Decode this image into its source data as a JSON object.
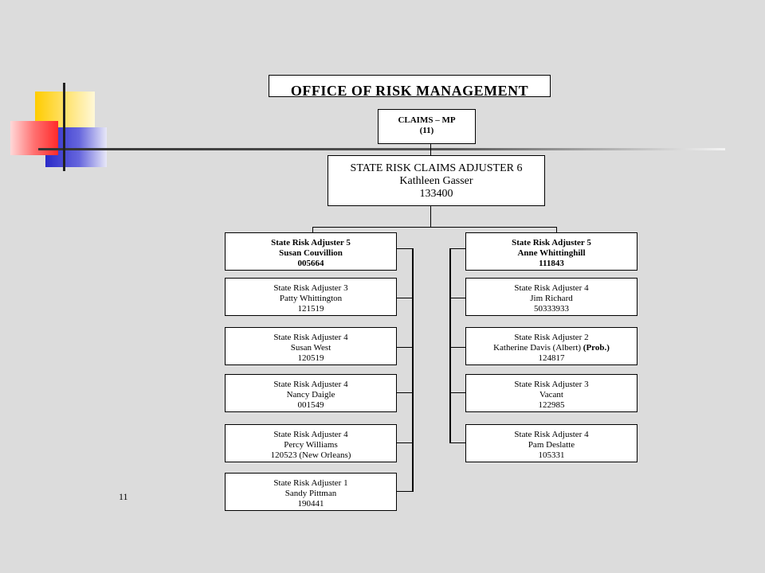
{
  "title": "OFFICE OF RISK MANAGEMENT",
  "page_number": "11",
  "claims": {
    "line1": "CLAIMS –   MP",
    "line2": "(11)"
  },
  "head": {
    "title": "STATE RISK CLAIMS ADJUSTER 6",
    "name": "Kathleen Gasser",
    "id": "133400"
  },
  "left_column": [
    {
      "title": "State Risk Adjuster 5",
      "name": "Susan Couvillion",
      "id": "005664"
    },
    {
      "title": "State Risk Adjuster 3",
      "name": "Patty Whittington",
      "id": "121519"
    },
    {
      "title": "State Risk Adjuster 4",
      "name": "Susan West",
      "id": "120519"
    },
    {
      "title": "State Risk Adjuster 4",
      "name": "Nancy Daigle",
      "id": "001549"
    },
    {
      "title": "State Risk Adjuster 4",
      "name": "Percy Williams",
      "id": "120523 (New Orleans)"
    },
    {
      "title": "State Risk Adjuster 1",
      "name": "Sandy Pittman",
      "id": "190441"
    }
  ],
  "right_column": [
    {
      "title": "State Risk Adjuster 5",
      "name": "Anne Whittinghill",
      "id": "111843"
    },
    {
      "title": "State Risk Adjuster 4",
      "name": "Jim Richard",
      "id": "50333933"
    },
    {
      "title": "State Risk Adjuster 2",
      "name": "Katherine Davis (Albert) ",
      "name_suffix": "(Prob.)",
      "id": "124817"
    },
    {
      "title": "State Risk Adjuster 3",
      "name": "Vacant",
      "id": "122985"
    },
    {
      "title": "State Risk Adjuster 4",
      "name": "Pam Deslatte",
      "id": "105331"
    }
  ],
  "colors": {
    "background": "#dcdcdc",
    "deco_yellow": "#ffcc00",
    "deco_blue": "#3333cc",
    "deco_red": "#ff3333"
  }
}
